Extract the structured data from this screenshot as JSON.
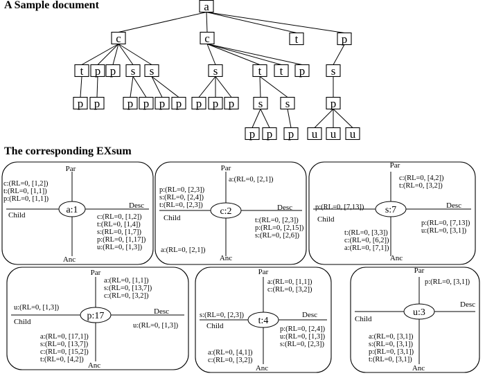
{
  "titles": {
    "top": "A Sample document",
    "bottom": "The corresponding EXsum"
  },
  "tree": {
    "nodes": [
      {
        "id": "a",
        "label": "a"
      },
      {
        "id": "c1",
        "label": "c"
      },
      {
        "id": "c2",
        "label": "c"
      },
      {
        "id": "t0",
        "label": "t"
      },
      {
        "id": "p0",
        "label": "p"
      },
      {
        "id": "t1",
        "label": "t"
      },
      {
        "id": "p1",
        "label": "p"
      },
      {
        "id": "p2",
        "label": "p"
      },
      {
        "id": "s1",
        "label": "s"
      },
      {
        "id": "s2",
        "label": "s"
      },
      {
        "id": "p3",
        "label": "p"
      },
      {
        "id": "p4",
        "label": "p"
      },
      {
        "id": "p5",
        "label": "p"
      },
      {
        "id": "p6",
        "label": "p"
      },
      {
        "id": "p7",
        "label": "p"
      },
      {
        "id": "p8",
        "label": "p"
      },
      {
        "id": "s3",
        "label": "s"
      },
      {
        "id": "t2",
        "label": "t"
      },
      {
        "id": "t3",
        "label": "t"
      },
      {
        "id": "p9",
        "label": "p"
      },
      {
        "id": "p10",
        "label": "p"
      },
      {
        "id": "p11",
        "label": "p"
      },
      {
        "id": "p12",
        "label": "p"
      },
      {
        "id": "s4",
        "label": "s"
      },
      {
        "id": "s5",
        "label": "s"
      },
      {
        "id": "p13",
        "label": "p"
      },
      {
        "id": "p14",
        "label": "p"
      },
      {
        "id": "p15",
        "label": "p"
      },
      {
        "id": "s6",
        "label": "s"
      },
      {
        "id": "p16",
        "label": "p"
      },
      {
        "id": "u1",
        "label": "u"
      },
      {
        "id": "u2",
        "label": "u"
      },
      {
        "id": "u3",
        "label": "u"
      }
    ],
    "edges": [
      [
        "a",
        "c1"
      ],
      [
        "a",
        "c2"
      ],
      [
        "a",
        "t0"
      ],
      [
        "a",
        "p0"
      ],
      [
        "c1",
        "t1"
      ],
      [
        "c1",
        "p1"
      ],
      [
        "c1",
        "p2"
      ],
      [
        "c1",
        "s1"
      ],
      [
        "c1",
        "s2"
      ],
      [
        "s1",
        "p5"
      ],
      [
        "s1",
        "p6"
      ],
      [
        "s2",
        "p7"
      ],
      [
        "s2",
        "p8"
      ],
      [
        "c2",
        "s3"
      ],
      [
        "c2",
        "t2"
      ],
      [
        "c2",
        "t3"
      ],
      [
        "c2",
        "p9"
      ],
      [
        "s3",
        "p10"
      ],
      [
        "s3",
        "p11"
      ],
      [
        "s3",
        "p12"
      ],
      [
        "t2",
        "s4"
      ],
      [
        "t2",
        "s5"
      ],
      [
        "s4",
        "p13"
      ],
      [
        "s4",
        "p14"
      ],
      [
        "s5",
        "p15"
      ],
      [
        "p0",
        "s6"
      ],
      [
        "s6",
        "p16"
      ],
      [
        "p16",
        "u1"
      ],
      [
        "p16",
        "u2"
      ],
      [
        "p16",
        "u3"
      ]
    ]
  },
  "direction_labels": {
    "par": "Par",
    "anc": "Anc",
    "child": "Child",
    "desc": "Desc"
  },
  "cards": [
    {
      "node": "a:1",
      "par": [],
      "child": [
        "c:(RL=0, [1,2])",
        "t:(RL=0, [1,1])",
        "p:(RL=0, [1,1])"
      ],
      "desc": [
        "c:(RL=0, [1,2])",
        "t:(RL=0, [1,4])",
        "s:(RL=0, [1,7])",
        "p:(RL=0, [1,17])",
        "u:(RL=0, [1,3])"
      ],
      "anc": []
    },
    {
      "node": "c:2",
      "par": [
        "a:(RL=0, [2,1])"
      ],
      "child": [
        "p:(RL=0, [2,3])",
        "s:(RL=0, [2,4])",
        "t:(RL=0, [2,3])"
      ],
      "desc": [
        "t:(RL=0, [2,3])",
        "p:(RL=0, [2,15])",
        "s:(RL=0, [2,6])"
      ],
      "anc": [
        "a:(RL=0, [2,1])"
      ]
    },
    {
      "node": "s:7",
      "par": [
        "c:(RL=0, [4,2])",
        "t:(RL=0, [3,2])"
      ],
      "child": [
        "p:(RL=0, [7,13])"
      ],
      "desc": [
        "p:(RL=0, [7,13])",
        "u:(RL=0, [3,1])"
      ],
      "anc": [
        "t:(RL=0, [3,3])",
        "c:(RL=0, [6,2])",
        "a:(RL=0, [7,1])"
      ]
    },
    {
      "node": "p:17",
      "par": [
        "a:(RL=0, [1,1])",
        "s:(RL=0, [13,7])",
        "c:(RL=0, [3,2])"
      ],
      "child": [
        "u:(RL=0, [1,3])"
      ],
      "desc": [
        "u:(RL=0, [1,3])"
      ],
      "anc": [
        "a:(RL=0, [17,1])",
        "s:(RL=0, [13,7])",
        "c:(RL=0, [15,2])",
        "t:(RL=0, [4,2])"
      ]
    },
    {
      "node": "t:4",
      "par": [
        "a:(RL=0, [1,1])",
        "c:(RL=0, [3,2])"
      ],
      "child": [
        "s:(RL=0, [2,3])"
      ],
      "desc": [
        "p:(RL=0, [2,4])",
        "u:(RL=0, [1,3])",
        "s:(RL=0, [2,3])"
      ],
      "anc": [
        "a:(RL=0, [4,1])",
        "c:(RL=0, [3,2])"
      ]
    },
    {
      "node": "u:3",
      "par": [
        "p:(RL=0, [3,1])"
      ],
      "child": [],
      "desc": [],
      "anc": [
        "a:(RL=0, [3,1])",
        "s:(RL=0, [3,1])",
        "p:(RL=0, [3,1])",
        "t:(RL=0, [3,1])"
      ]
    }
  ]
}
